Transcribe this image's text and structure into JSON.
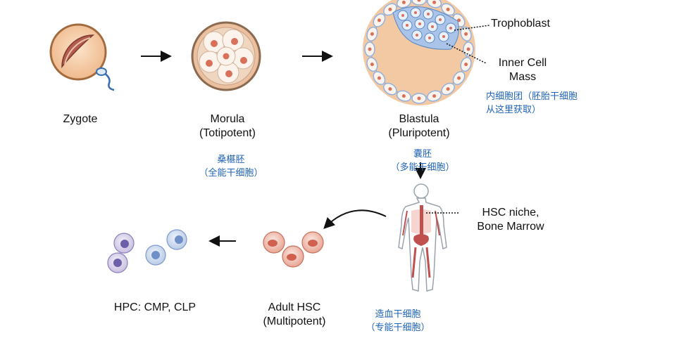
{
  "stages": {
    "zygote": {
      "label": "Zygote"
    },
    "morula": {
      "label": "Morula",
      "potency": "(Totipotent)",
      "cn_name": "桑椹胚",
      "cn_potency": "（全能干细胞）"
    },
    "blastula": {
      "label": "Blastula",
      "potency": "(Pluripotent)",
      "cn_name": "囊胚",
      "cn_potency": "（多能干细胞）"
    },
    "adult_hsc": {
      "label": "Adult HSC",
      "potency": "(Multipotent)"
    },
    "hpc": {
      "label": "HPC: CMP, CLP"
    }
  },
  "callouts": {
    "trophoblast": "Trophoblast",
    "inner_cell_mass_line1": "Inner Cell",
    "inner_cell_mass_line2": "Mass",
    "icm_cn_line1": "内细胞团（胚胎干细胞",
    "icm_cn_line2": "从这里获取）",
    "hsc_niche_line1": "HSC niche,",
    "hsc_niche_line2": "Bone Marrow",
    "hematopoietic_cn": "造血干细胞",
    "hematopoietic_cn_potency": "（专能干细胞）"
  },
  "colors": {
    "label_text": "#111111",
    "cn_text": "#1f63b8",
    "cell_red": "#d9705a",
    "cell_purple": "#7a6bb0",
    "cell_blue": "#6f8fc8",
    "blastula_fill": "#f3c9a4",
    "blastula_blue": "#8fb2e0",
    "body_outline": "#9aa3ad",
    "marrow": "#c0504d"
  }
}
